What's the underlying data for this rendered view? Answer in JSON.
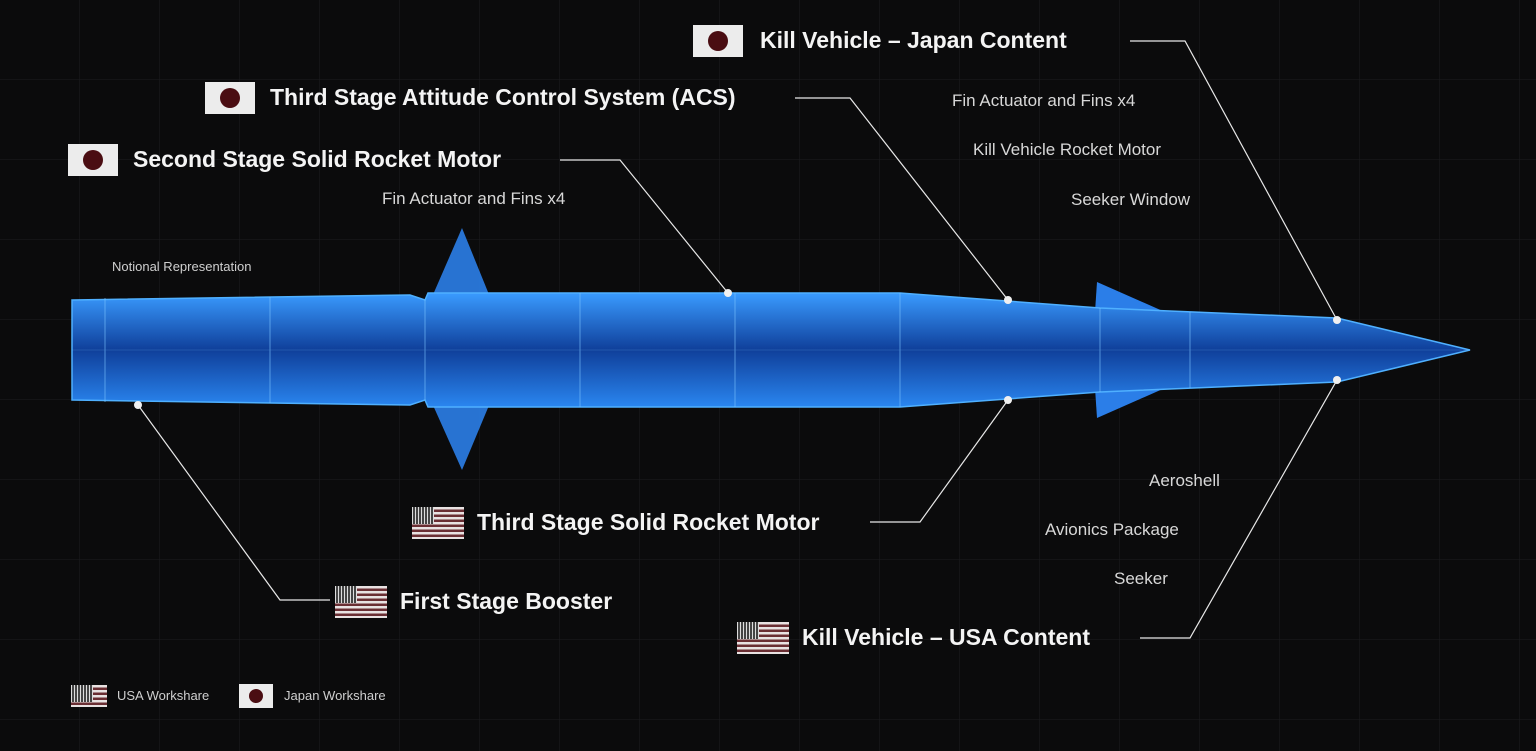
{
  "japan_labels": {
    "kill_vehicle": "Kill Vehicle – Japan Content",
    "acs": "Third Stage Attitude Control System (ACS)",
    "second_stage": "Second Stage Solid Rocket Motor"
  },
  "usa_labels": {
    "third_stage": "Third Stage Solid Rocket Motor",
    "first_stage": "First Stage Booster",
    "kill_vehicle": "Kill Vehicle – USA Content"
  },
  "kv_japan_items": [
    "Fin Actuator and Fins x4",
    "Kill Vehicle Rocket Motor",
    "Seeker Window"
  ],
  "second_stage_item": "Fin Actuator and Fins x4",
  "kv_usa_items": [
    "Aeroshell",
    "Avionics Package",
    "Seeker"
  ],
  "note": "Notional Representation",
  "legend": {
    "usa": "USA Workshare",
    "japan": "Japan Workshare"
  },
  "colors": {
    "missile": "#1e6fe0",
    "background": "#0b0b0c",
    "japan_dot": "#4a0d12"
  }
}
